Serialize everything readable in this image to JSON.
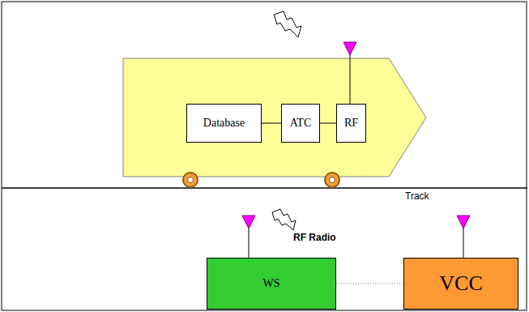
{
  "diagram": {
    "nodes": [
      {
        "text": [
          "Database"
        ]
      },
      {
        "text": [
          "ATC"
        ]
      },
      {
        "text": [
          "RF"
        ]
      },
      {
        "text": [
          "WS"
        ]
      },
      {
        "text": [
          "VCC"
        ]
      }
    ],
    "edges": [
      {
        "from": 0,
        "to": 1,
        "arrow": "none"
      },
      {
        "from": 1,
        "to": 2,
        "arrow": "none"
      },
      {
        "from": 3,
        "to": 4,
        "arrow": "none"
      }
    ],
    "labels": [
      "Track",
      "RF Radio"
    ]
  }
}
